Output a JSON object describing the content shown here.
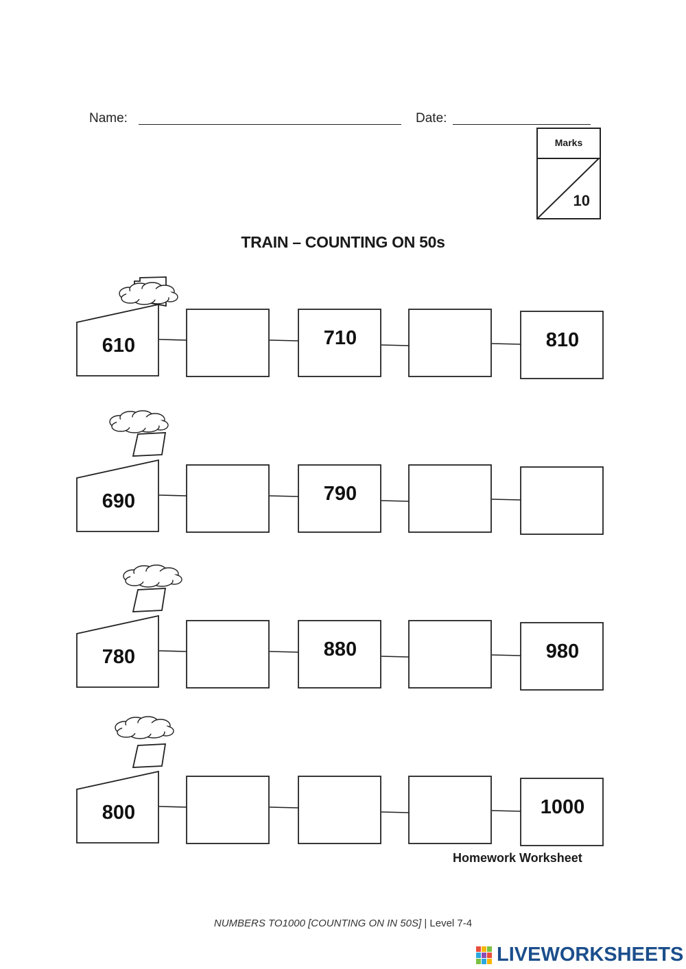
{
  "header": {
    "name_label": "Name:",
    "date_label": "Date:"
  },
  "marks": {
    "label": "Marks",
    "total": "10"
  },
  "title": "TRAIN – COUNTING ON 50s",
  "trains": [
    {
      "cars": [
        "610",
        "",
        "710",
        "",
        "810"
      ]
    },
    {
      "cars": [
        "690",
        "",
        "790",
        "",
        ""
      ]
    },
    {
      "cars": [
        "780",
        "",
        "880",
        "",
        "980"
      ]
    },
    {
      "cars": [
        "800",
        "",
        "",
        "",
        "1000"
      ]
    }
  ],
  "homework_label": "Homework  Worksheet",
  "footer": {
    "topic": "NUMBERS TO1000 [COUNTING ON IN 50S]",
    "separator": "|",
    "level": "Level 7-4"
  },
  "brand": {
    "text": "LIVEWORKSHEETS",
    "color": "#1b4e8c"
  }
}
